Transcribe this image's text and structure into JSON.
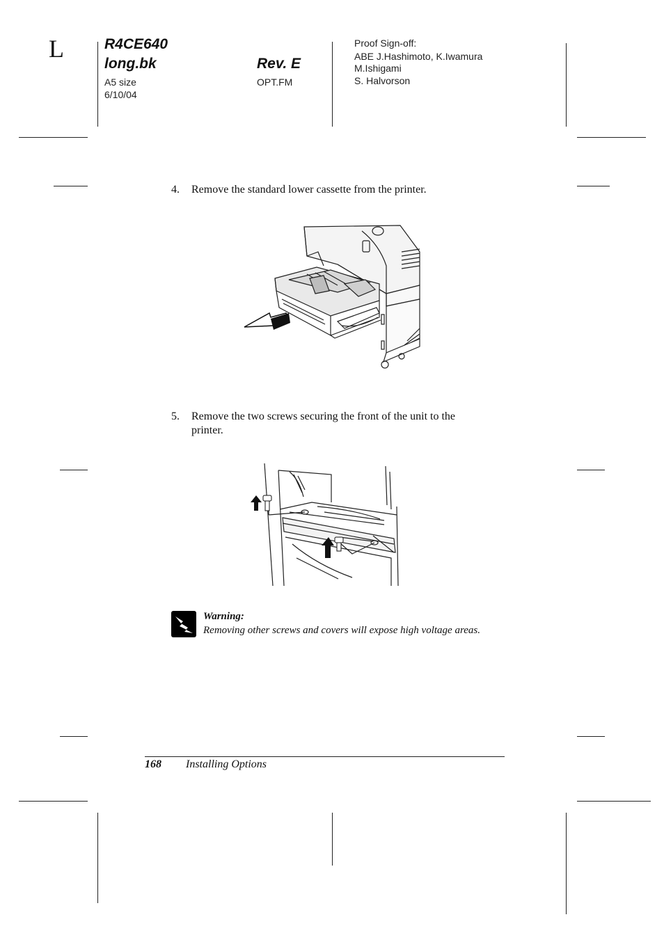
{
  "header": {
    "corner_letter": "L",
    "model": "R4CE640",
    "book": "long.bk",
    "size": "A5 size",
    "date": "6/10/04",
    "revision": "Rev. E",
    "file": "OPT.FM",
    "proof_title": "Proof Sign-off:",
    "proof_line1": "ABE J.Hashimoto, K.Iwamura",
    "proof_line2": "M.Ishigami",
    "proof_line3": "S. Halvorson"
  },
  "steps": [
    {
      "number": "4.",
      "text": "Remove the standard lower cassette from the printer."
    },
    {
      "number": "5.",
      "text_line1": "Remove the two screws securing the front of the unit to the",
      "text_line2": "printer."
    }
  ],
  "warning": {
    "icon": "warning-lightning-icon",
    "title": "Warning:",
    "text": "Removing other screws and covers will expose high voltage areas."
  },
  "footer": {
    "page_number": "168",
    "section": "Installing Options"
  }
}
